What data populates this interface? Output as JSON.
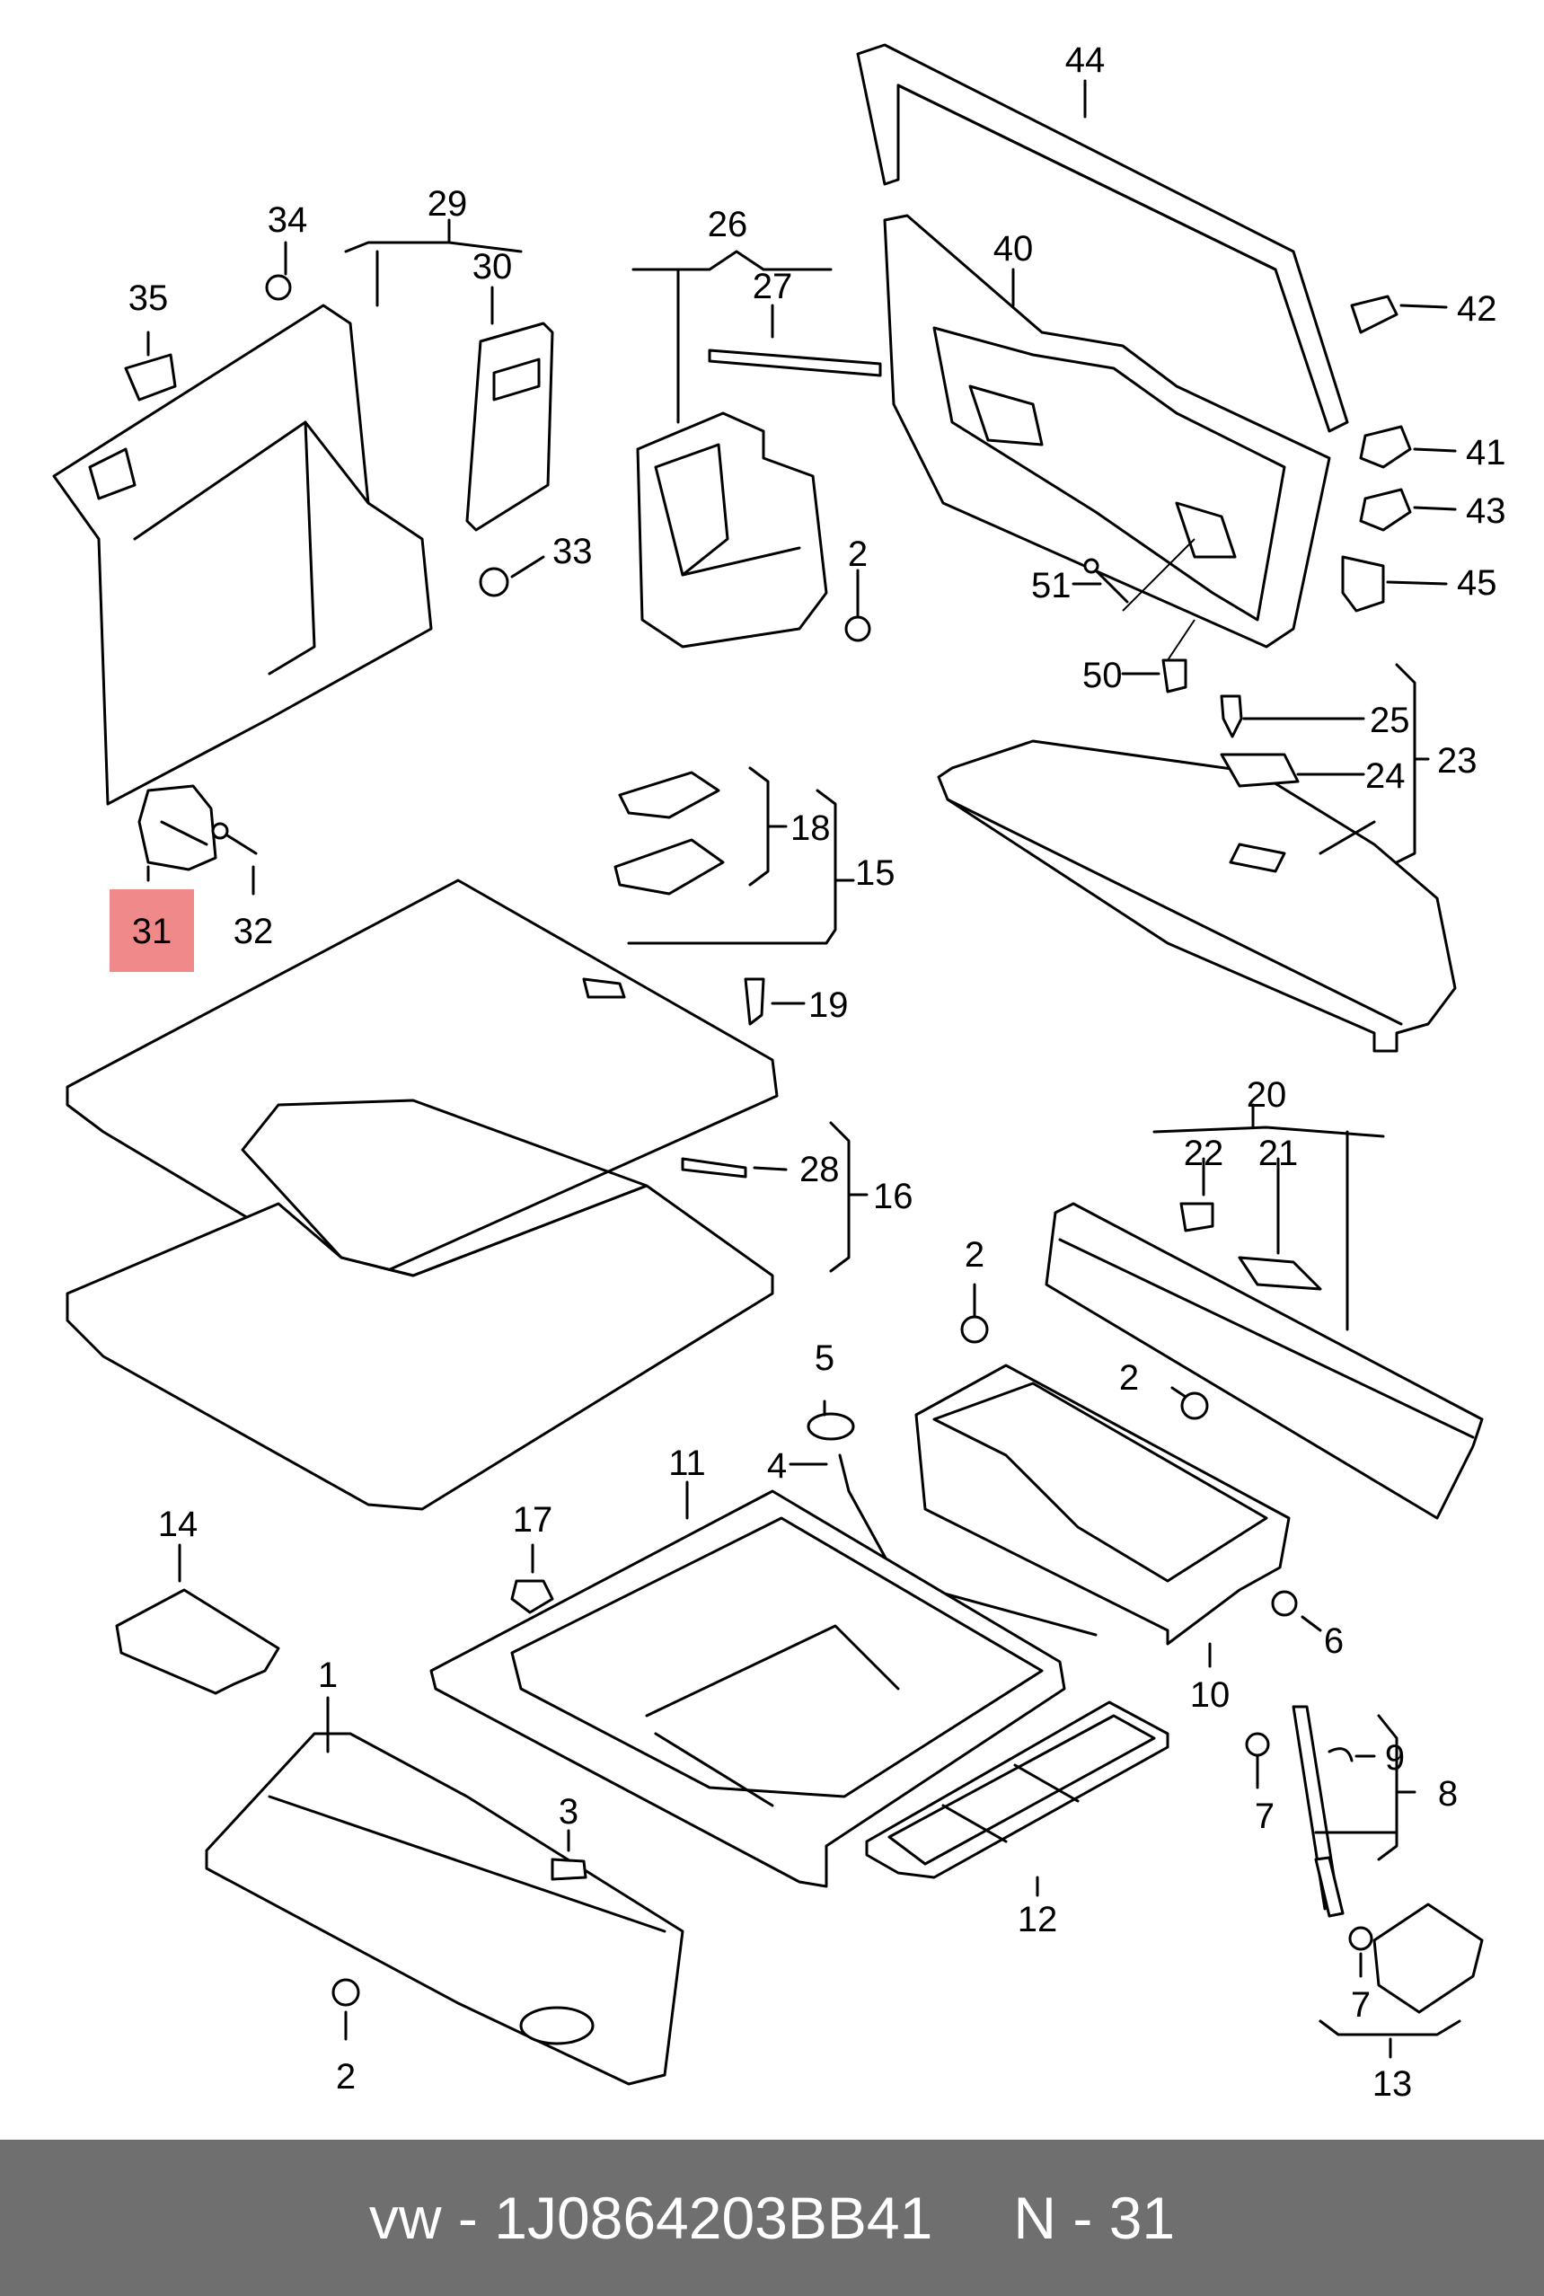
{
  "labels": [
    "44",
    "40",
    "42",
    "41",
    "43",
    "45",
    "51",
    "50",
    "25",
    "24",
    "23",
    "26",
    "27",
    "2",
    "34",
    "29",
    "30",
    "35",
    "33",
    "31",
    "32",
    "18",
    "15",
    "19",
    "28",
    "16",
    "20",
    "22",
    "21",
    "5",
    "4",
    "11",
    "17",
    "14",
    "1",
    "3",
    "10",
    "6",
    "9",
    "8",
    "7",
    "12",
    "13"
  ],
  "highlight_label": "31",
  "footer": {
    "brand": "vw",
    "separator": "-",
    "part_number": "1J0864203BB41",
    "ref_prefix": "N",
    "ref_number": "31"
  }
}
